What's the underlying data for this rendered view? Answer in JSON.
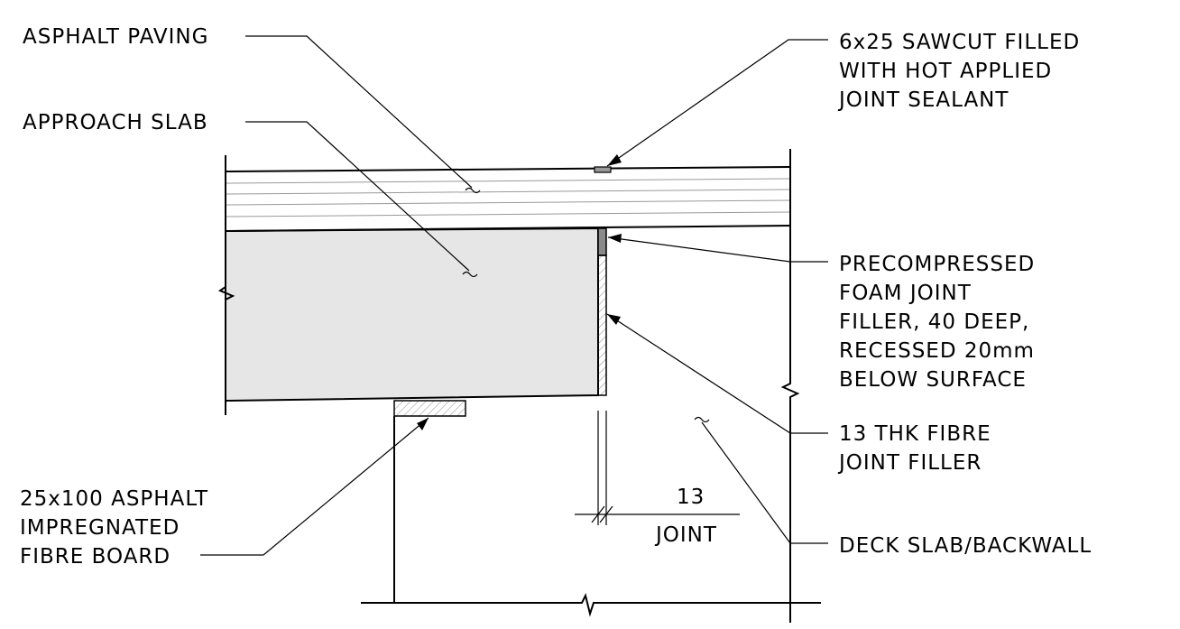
{
  "labels": {
    "asphalt_paving": "ASPHALT PAVING",
    "approach_slab": "APPROACH SLAB",
    "sawcut_line1": "6x25 SAWCUT FILLED",
    "sawcut_line2": "WITH HOT APPLIED",
    "sawcut_line3": "JOINT SEALANT",
    "foam_line1": "PRECOMPRESSED",
    "foam_line2": "FOAM JOINT",
    "foam_line3": "FILLER, 40 DEEP,",
    "foam_line4": "RECESSED 20mm",
    "foam_line5": "BELOW SURFACE",
    "fibre_filler_line1": "13 THK FIBRE",
    "fibre_filler_line2": "JOINT FILLER",
    "fibre_board_line1": "25x100 ASPHALT",
    "fibre_board_line2": "IMPREGNATED",
    "fibre_board_line3": "FIBRE BOARD",
    "deck_slab": "DECK SLAB/BACKWALL"
  },
  "dimension": {
    "value": "13",
    "label": "JOINT"
  },
  "colors": {
    "line": "#000000",
    "slab_fill": "#e6e6e6",
    "asphalt_stripe": "#999999",
    "foam_filler": "#8a8a8a",
    "hatch": "#888888"
  }
}
